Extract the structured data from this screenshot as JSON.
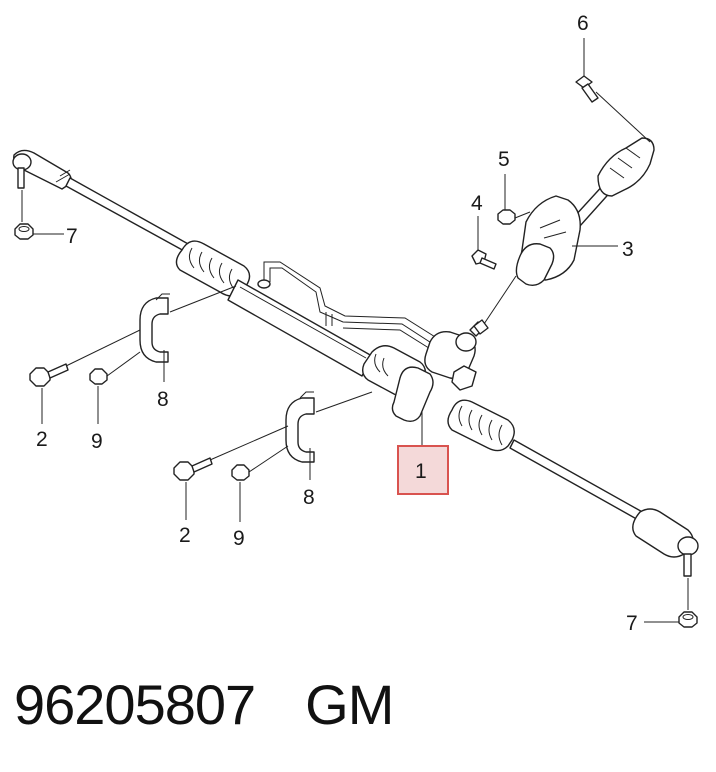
{
  "callouts": {
    "c1": "1",
    "c2a": "2",
    "c2b": "2",
    "c3": "3",
    "c4": "4",
    "c5": "5",
    "c6": "6",
    "c7a": "7",
    "c7b": "7",
    "c8a": "8",
    "c8b": "8",
    "c9a": "9",
    "c9b": "9"
  },
  "highlight": {
    "part": "1",
    "color": "#d9534f",
    "fill": "#f4d9d9"
  },
  "footer": {
    "part_number": "96205807",
    "brand": "GM"
  }
}
